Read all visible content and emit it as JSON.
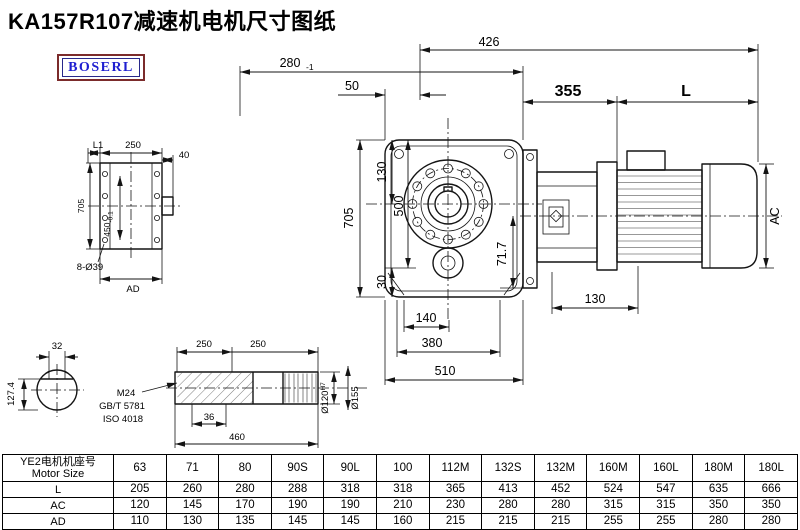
{
  "title": "KA157R107减速机电机尺寸图纸",
  "logo": "BOSERL",
  "main_view": {
    "dim_426": "426",
    "dim_280": "280",
    "dim_280_tol": "-1",
    "dim_50": "50",
    "dim_355": "355",
    "dim_L": "L",
    "dim_705": "705",
    "dim_130_top": "130",
    "dim_500": "500",
    "dim_30": "30",
    "dim_71_7": "71.7",
    "dim_140": "140",
    "dim_380": "380",
    "dim_510": "510",
    "dim_130_right": "130",
    "dim_AC": "AC"
  },
  "flange_view": {
    "dim_L1": "L1",
    "dim_250": "250",
    "dim_40": "40",
    "dim_705": "705",
    "dim_450": "450",
    "dim_450_tol": "-0.1",
    "holes": "8-Ø39",
    "dim_AD": "AD"
  },
  "shaft_end_view": {
    "dim_32": "32",
    "dim_127_4": "127.4"
  },
  "shaft_view": {
    "dim_250_a": "250",
    "dim_250_b": "250",
    "thread": "M24",
    "std_gb": "GB/T 5781",
    "std_iso": "ISO 4018",
    "dim_36": "36",
    "dim_460": "460",
    "dim_d120": "Ø120",
    "dim_d120_sup": "H7",
    "dim_d155": "Ø155"
  },
  "table": {
    "header_cn": "YE2电机机座号",
    "header_en": "Motor Size",
    "sizes": [
      "63",
      "71",
      "80",
      "90S",
      "90L",
      "100",
      "112M",
      "132S",
      "132M",
      "160M",
      "160L",
      "180M",
      "180L"
    ],
    "rows": [
      {
        "label": "L",
        "values": [
          "205",
          "260",
          "280",
          "288",
          "318",
          "318",
          "365",
          "413",
          "452",
          "524",
          "547",
          "635",
          "666"
        ]
      },
      {
        "label": "AC",
        "values": [
          "120",
          "145",
          "170",
          "190",
          "190",
          "210",
          "230",
          "280",
          "280",
          "315",
          "315",
          "350",
          "350"
        ]
      },
      {
        "label": "AD",
        "values": [
          "110",
          "130",
          "135",
          "145",
          "145",
          "160",
          "215",
          "215",
          "215",
          "255",
          "255",
          "280",
          "280"
        ]
      }
    ]
  }
}
